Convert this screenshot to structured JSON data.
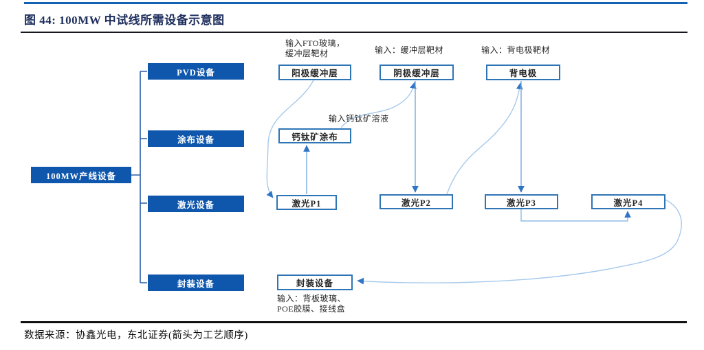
{
  "page": {
    "title": "图 44: 100MW 中试线所需设备示意图",
    "source": "数据来源：协鑫光电，东北证券(箭头为工艺顺序)"
  },
  "diagram": {
    "root": {
      "label": "100MW产线设备"
    },
    "categories": [
      {
        "id": "pvd",
        "label": "PVD设备"
      },
      {
        "id": "coating",
        "label": "涂布设备"
      },
      {
        "id": "laser",
        "label": "激光设备"
      },
      {
        "id": "encapsulation",
        "label": "封装设备"
      }
    ],
    "process": {
      "anode_buffer": {
        "label": "阳极缓冲层",
        "input_note": "输入FTO玻璃，\n缓冲层靶材"
      },
      "cathode_buffer": {
        "label": "阴极缓冲层",
        "input_note": "输入：缓冲层靶材"
      },
      "back_electrode": {
        "label": "背电极",
        "input_note": "输入：背电极靶材"
      },
      "perovskite_coating": {
        "label": "钙钛矿涂布",
        "input_note": "输入钙钛矿溶液"
      },
      "laser_p1": {
        "label": "激光P1"
      },
      "laser_p2": {
        "label": "激光P2"
      },
      "laser_p3": {
        "label": "激光P3"
      },
      "laser_p4": {
        "label": "激光P4"
      },
      "encapsulation_unit": {
        "label": "封装设备",
        "input_note": "输入：背板玻璃、\nPOE胶膜、接线盒"
      }
    },
    "process_flow_order": [
      "阳极缓冲层",
      "激光P1",
      "钙钛矿涂布",
      "阴极缓冲层",
      "激光P2",
      "背电极",
      "激光P3",
      "激光P4",
      "封装设备"
    ],
    "colors": {
      "category_fill": "#0E57AC",
      "process_border": "#2E75B6",
      "connector_curve": "#A6C9EC",
      "connector_straight": "#76A9DD",
      "arrowhead": "#2E75C6",
      "top_rule": "#1262B3",
      "bracket": "#2A5CA8"
    }
  }
}
